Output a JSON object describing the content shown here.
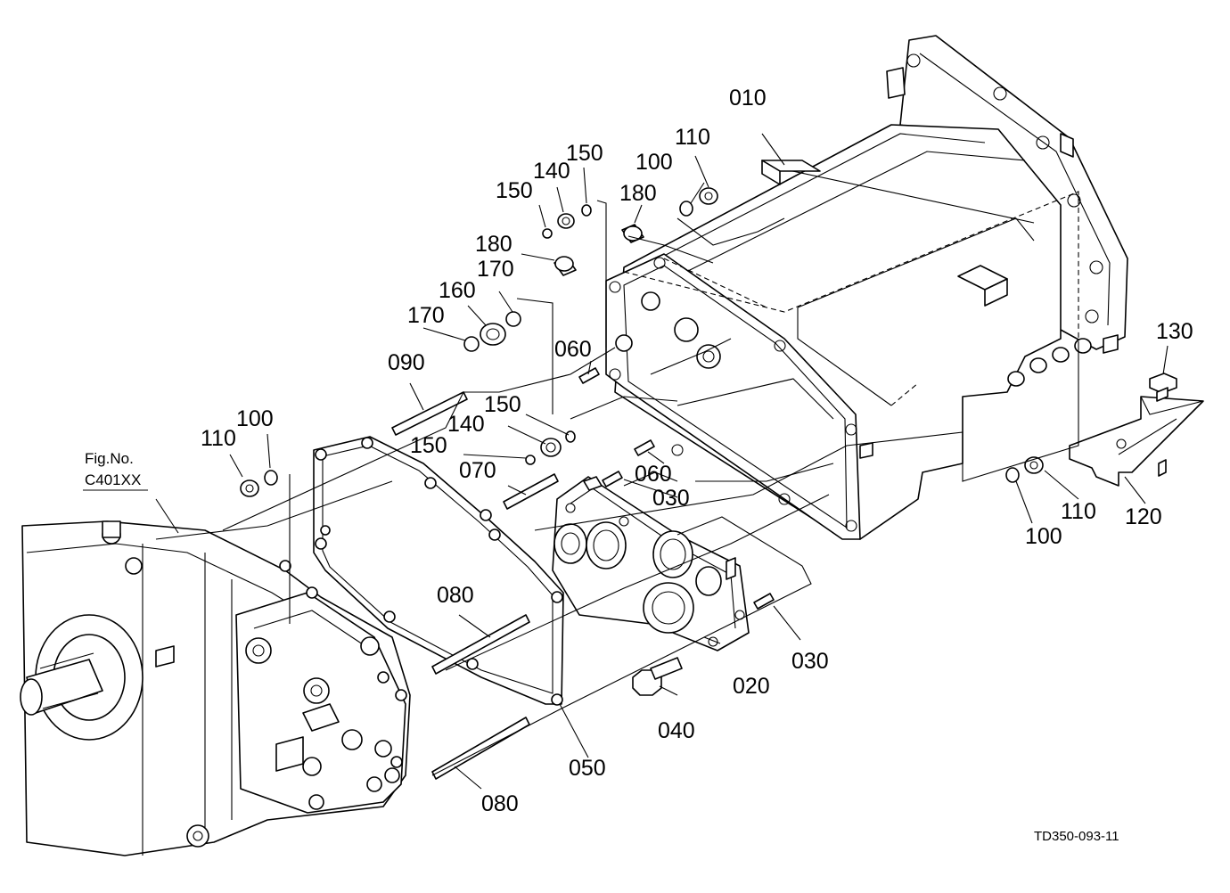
{
  "figure_ref": {
    "line1": "Fig.No.",
    "line2": "C401XX"
  },
  "drawing_code": "TD350-093-11",
  "callouts": [
    {
      "id": "c010",
      "text": "010"
    },
    {
      "id": "c020",
      "text": "020"
    },
    {
      "id": "c030a",
      "text": "030"
    },
    {
      "id": "c030b",
      "text": "030"
    },
    {
      "id": "c040",
      "text": "040"
    },
    {
      "id": "c050",
      "text": "050"
    },
    {
      "id": "c060a",
      "text": "060"
    },
    {
      "id": "c060b",
      "text": "060"
    },
    {
      "id": "c070",
      "text": "070"
    },
    {
      "id": "c080a",
      "text": "080"
    },
    {
      "id": "c080b",
      "text": "080"
    },
    {
      "id": "c090",
      "text": "090"
    },
    {
      "id": "c100a",
      "text": "100"
    },
    {
      "id": "c100b",
      "text": "100"
    },
    {
      "id": "c100c",
      "text": "100"
    },
    {
      "id": "c110a",
      "text": "110"
    },
    {
      "id": "c110b",
      "text": "110"
    },
    {
      "id": "c110c",
      "text": "110"
    },
    {
      "id": "c120",
      "text": "120"
    },
    {
      "id": "c130",
      "text": "130"
    },
    {
      "id": "c140a",
      "text": "140"
    },
    {
      "id": "c140b",
      "text": "140"
    },
    {
      "id": "c150a",
      "text": "150"
    },
    {
      "id": "c150b",
      "text": "150"
    },
    {
      "id": "c150c",
      "text": "150"
    },
    {
      "id": "c150d",
      "text": "150"
    },
    {
      "id": "c160",
      "text": "160"
    },
    {
      "id": "c170a",
      "text": "170"
    },
    {
      "id": "c170b",
      "text": "170"
    },
    {
      "id": "c180a",
      "text": "180"
    },
    {
      "id": "c180b",
      "text": "180"
    }
  ]
}
